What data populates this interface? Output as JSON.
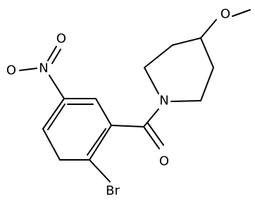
{
  "molecule": {
    "atoms": {
      "oxygen_methoxy": "O",
      "nitrogen_ring": "N",
      "oxygen_carbonyl": "O",
      "bromine": "Br",
      "nitro_nitrogen": "N",
      "nitro_oxygen_top": "O",
      "nitro_oxygen_left": "O"
    }
  }
}
